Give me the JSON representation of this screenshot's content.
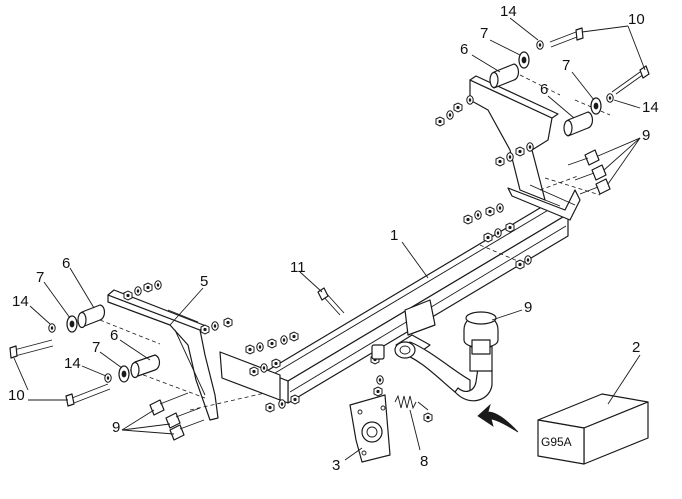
{
  "callouts": {
    "c1": "1",
    "c2": "2",
    "c3": "3",
    "c5": "5",
    "c6a": "6",
    "c6b": "6",
    "c6c": "6",
    "c6d": "6",
    "c7a": "7",
    "c7b": "7",
    "c7c": "7",
    "c7d": "7",
    "c8": "8",
    "c9a": "9",
    "c9b": "9",
    "c9c": "9",
    "c10a": "10",
    "c10b": "10",
    "c11": "11",
    "c14a": "14",
    "c14b": "14",
    "c14c": "14",
    "c14d": "14"
  },
  "box_label": "G95A"
}
